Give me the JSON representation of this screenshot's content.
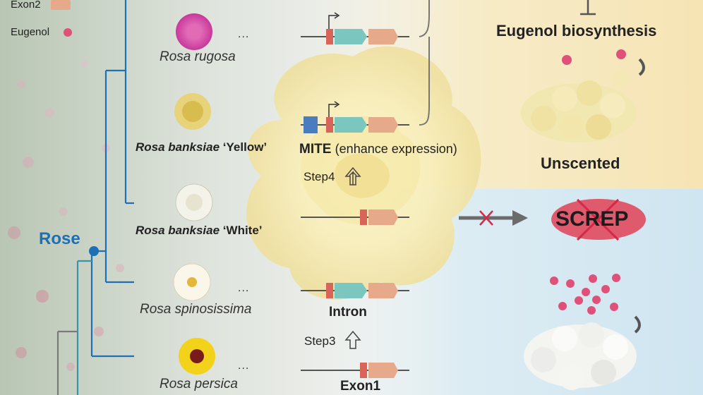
{
  "legend": {
    "exon2": "Exon2",
    "eugenol": "Eugenol"
  },
  "tree": {
    "rose_label": "Rose"
  },
  "species": [
    {
      "id": "rugosa",
      "name": "Rosa rugosa",
      "cultivar": ""
    },
    {
      "id": "banksiae-yellow",
      "name": "Rosa banksiae",
      "cultivar": "‘Yellow’"
    },
    {
      "id": "banksiae-white",
      "name": "Rosa banksiae",
      "cultivar": "‘White’"
    },
    {
      "id": "spinosissima",
      "name": "Rosa spinosissima",
      "cultivar": ""
    },
    {
      "id": "persica",
      "name": "Rosa persica",
      "cultivar": ""
    }
  ],
  "ellipsis": "...",
  "gene_labels": {
    "mite": "MITE",
    "mite_note": "(enhance expression)",
    "step4": "Step4",
    "intron": "Intron",
    "step3": "Step3",
    "exon1": "Exon1"
  },
  "right_panel": {
    "eugenol_biosynthesis": "Eugenol biosynthesis",
    "unscented": "Unscented",
    "screp": "SCREP"
  },
  "colors": {
    "exon1": "#e6a98a",
    "exon2": "#e6a98a",
    "intron_teal": "#7cc6c0",
    "promoter_red": "#d9655a",
    "mite_blue": "#4a7cc0",
    "tree_blue": "#1f6fb5",
    "eugenol_pink": "#e0517a",
    "screp_fill": "#e05a6e",
    "cross_red": "#d42a4a",
    "arrow_gray": "#6b6b6b"
  }
}
